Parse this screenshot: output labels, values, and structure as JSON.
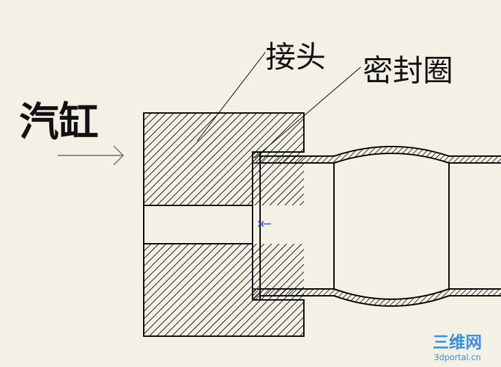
{
  "labels": {
    "cylinder": "汽缸",
    "fitting": "接头",
    "seal": "密封圈"
  },
  "watermark": {
    "name": "三维网",
    "url": "3dportal.cn"
  },
  "colors": {
    "background": "#f3f0e6",
    "line": "#000000",
    "arrow": "#666666",
    "marker": "#1a3fd6",
    "watermark": "#3a8fd8"
  },
  "icons": {
    "flow_arrow": "arrow-right-icon",
    "point_marker": "blue-cross-marker-icon"
  }
}
